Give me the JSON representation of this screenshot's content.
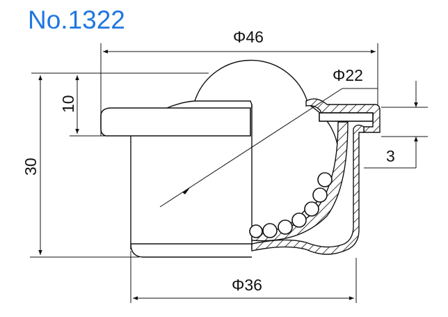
{
  "title": "No.1322",
  "colors": {
    "title": "#1f77e0",
    "lines": "#111111",
    "background": "#ffffff"
  },
  "drawing": {
    "subject": "ball transfer unit cross-section",
    "dimensions": {
      "flange_diameter": "Φ46",
      "ball_diameter": "Φ22",
      "body_diameter": "Φ36",
      "total_height": "30",
      "ball_protrusion": "10",
      "flange_thickness": "3"
    }
  }
}
